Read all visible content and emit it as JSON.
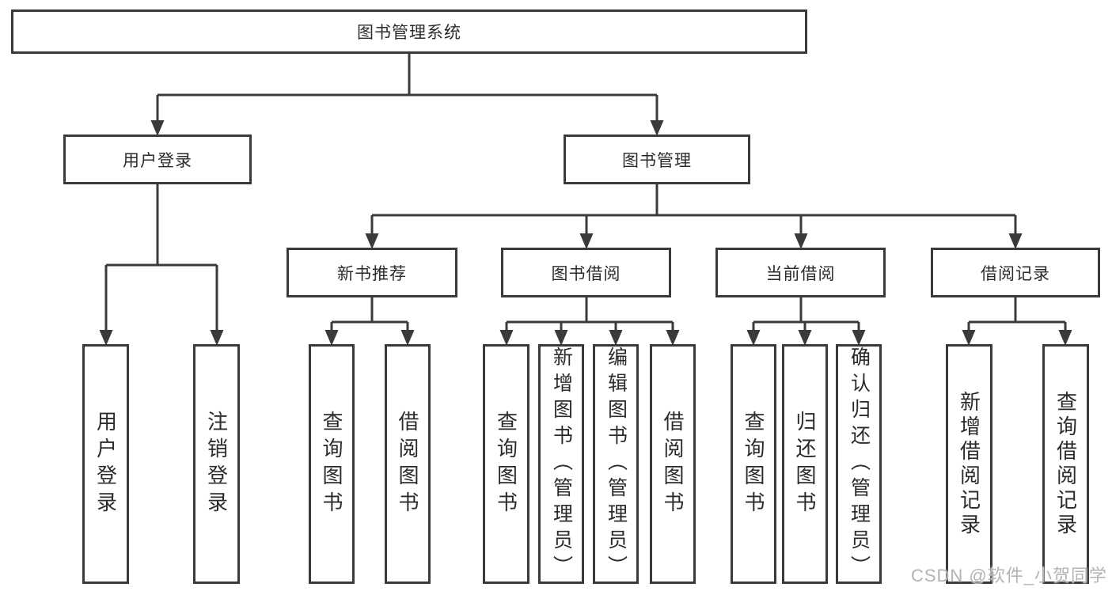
{
  "colors": {
    "line": "#3a3a3a",
    "box_border": "#3a3a3a",
    "box_background": "#ffffff",
    "text": "#2b2b2b",
    "watermark": "#b3b3b3",
    "page_background": "#ffffff"
  },
  "watermark": "CSDN @软件_小贺同学",
  "tree": {
    "root": "图书管理系统",
    "branches": [
      {
        "label": "用户登录",
        "children": [
          "用户登录",
          "注销登录"
        ]
      },
      {
        "label": "图书管理",
        "children": [
          {
            "label": "新书推荐",
            "children": [
              "查询图书",
              "借阅图书"
            ]
          },
          {
            "label": "图书借阅",
            "children": [
              "查询图书",
              "新增图书（管理员）",
              "编辑图书（管理员）",
              "借阅图书"
            ]
          },
          {
            "label": "当前借阅",
            "children": [
              "查询图书",
              "归还图书",
              "确认归还（管理员）"
            ]
          },
          {
            "label": "借阅记录",
            "children": [
              "新增借阅记录",
              "查询借阅记录"
            ]
          }
        ]
      }
    ]
  }
}
